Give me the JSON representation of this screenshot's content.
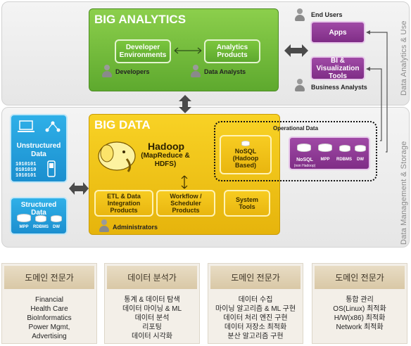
{
  "big_analytics": {
    "title": "BIG ANALYTICS",
    "developer_environments": "Developer Environments",
    "analytics_products": "Analytics Products",
    "developers": "Developers",
    "data_analysts": "Data Analysts"
  },
  "use": {
    "end_users": "End Users",
    "apps": "Apps",
    "bi_tools": "BI & Visualization Tools",
    "business_analysts": "Business Analysts"
  },
  "big_data": {
    "title": "BIG DATA",
    "hadoop_title": "Hadoop",
    "hadoop_sub": "(MapReduce & HDFS)",
    "nosql": "NoSQL (Hadoop Based)",
    "operational_data": "Operational Data",
    "etl": "ETL & Data Integration Products",
    "workflow": "Workflow / Scheduler Products",
    "system_tools": "System Tools",
    "administrators": "Administrators"
  },
  "sources": {
    "unstructured": "Unstructured Data",
    "binary": "1010101 0101010 1010101",
    "structured": "Structured Data",
    "mpp": "MPP",
    "rdbms": "RDBMS",
    "dw": "DW"
  },
  "operational": {
    "nosql": "NoSQL",
    "nosql_sub": "(non Hadoop)",
    "mpp": "MPP",
    "rdbms": "RDBMS",
    "dw": "DW"
  },
  "side_labels": {
    "top": "Data Analytics & Use",
    "bottom": "Data Management & Storage"
  },
  "columns": [
    {
      "head": "도메인 전문가",
      "lines": [
        "Financial",
        "Health Care",
        "BioInformatics",
        "Power Mgmt,",
        "Advertising"
      ]
    },
    {
      "head": "데이터 분석가",
      "lines": [
        "통계 & 데이터 탐색",
        "데이터 마이닝 & ML",
        "데이터 분석",
        "리포팅",
        "데이터 시각화"
      ]
    },
    {
      "head": "도메인 전문가",
      "lines": [
        "데이터 수집",
        "마이닝 알고리즘 & ML 구현",
        "데이터 처리 엔진 구현",
        "데이터 저장소 최적화",
        "분산 알고리즘 구현"
      ]
    },
    {
      "head": "도메인 전문가",
      "lines": [
        "통합 관리",
        "OS(Linux) 최적화",
        "H/W(x86) 최적화",
        "Network 최적화"
      ]
    }
  ]
}
